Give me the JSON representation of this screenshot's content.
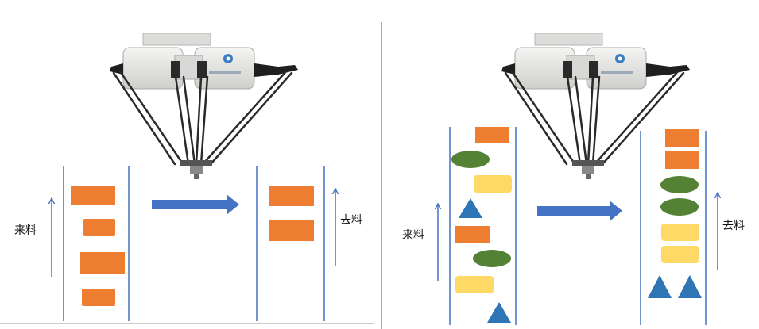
{
  "colors": {
    "rail": "#4472c4",
    "orange": "#ed7d31",
    "green": "#548235",
    "yellow": "#ffd966",
    "blue": "#2e75b6",
    "arrow": "#4472c4",
    "divider": "#555555",
    "robot_body": "#e8e8e6",
    "robot_arm": "#2a2a2a"
  },
  "left_panel": {
    "infeed_label": "来料",
    "outfeed_label": "去料",
    "infeed_items": [
      "orange-rect",
      "orange-rect",
      "orange-rect",
      "orange-rect"
    ],
    "outfeed_items": [
      "orange-rect",
      "orange-rect"
    ]
  },
  "right_panel": {
    "infeed_label": "来料",
    "outfeed_label": "去料",
    "infeed_items": [
      "orange-rect",
      "green-ellipse",
      "yellow-rect",
      "blue-triangle",
      "orange-rect",
      "green-ellipse",
      "yellow-rect",
      "blue-triangle"
    ],
    "outfeed_items": [
      "orange-rect",
      "orange-rect",
      "green-ellipse",
      "green-ellipse",
      "yellow-rect",
      "yellow-rect",
      "blue-triangle",
      "blue-triangle"
    ]
  },
  "icons": [
    "delta-robot-icon",
    "transfer-arrow-icon",
    "flow-arrow-icon",
    "robot-logo-icon"
  ]
}
